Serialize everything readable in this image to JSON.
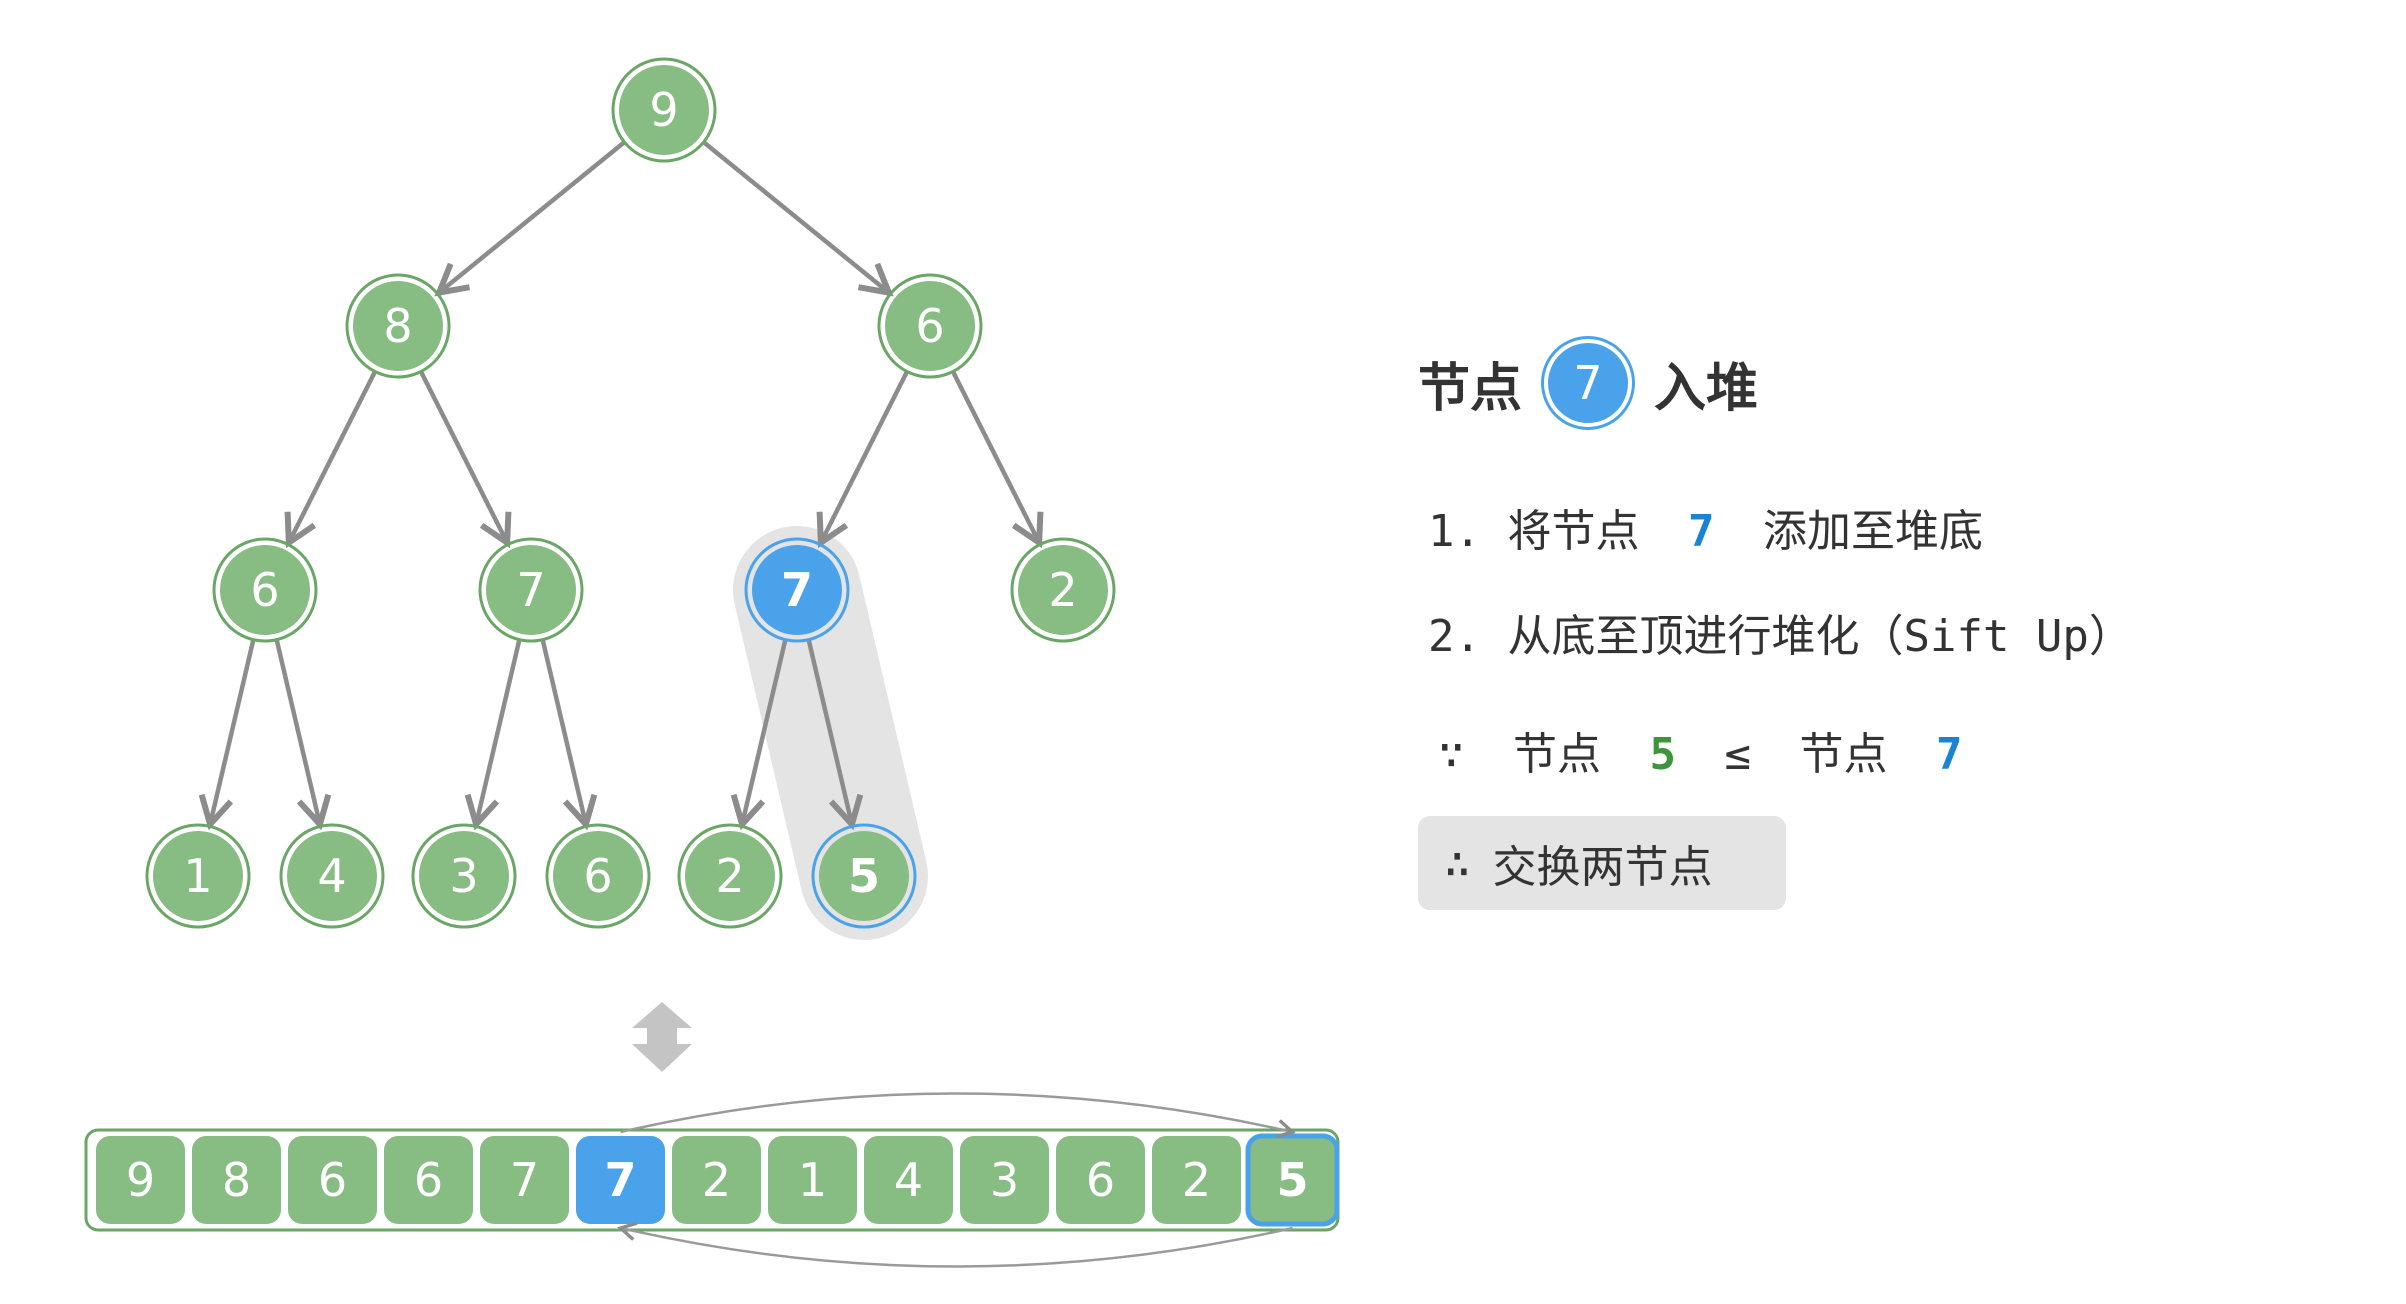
{
  "tree": {
    "nodes": [
      {
        "value": "9",
        "state": "normal"
      },
      {
        "value": "8",
        "state": "normal"
      },
      {
        "value": "6",
        "state": "normal"
      },
      {
        "value": "6",
        "state": "normal"
      },
      {
        "value": "7",
        "state": "normal"
      },
      {
        "value": "7",
        "state": "active"
      },
      {
        "value": "2",
        "state": "normal"
      },
      {
        "value": "1",
        "state": "normal"
      },
      {
        "value": "4",
        "state": "normal"
      },
      {
        "value": "3",
        "state": "normal"
      },
      {
        "value": "6",
        "state": "normal"
      },
      {
        "value": "2",
        "state": "normal"
      },
      {
        "value": "5",
        "state": "compare"
      }
    ]
  },
  "array": {
    "cells": [
      "9",
      "8",
      "6",
      "6",
      "7",
      "7",
      "2",
      "1",
      "4",
      "3",
      "6",
      "2",
      "5"
    ],
    "active_index": 5,
    "compare_index": 12
  },
  "colors": {
    "node_fill": "#87bc82",
    "node_stroke": "#6aa666",
    "active_fill": "#4aa3ea",
    "edge": "#8c8c8c",
    "highlight_bg": "#e4e4e4",
    "swap_arrow": "#c4c4c4"
  },
  "panel": {
    "title_left": "节点",
    "title_badge": "7",
    "title_right": "入堆",
    "step1_prefix": "1. 将节点",
    "step1_value": "7",
    "step1_suffix": "添加至堆底",
    "step2": "2. 从底至顶进行堆化（Sift Up）",
    "cond_because": "∵",
    "cond_node_a": "节点",
    "cond_value_a": "5",
    "cond_op": "≤",
    "cond_node_b": "节点",
    "cond_value_b": "7",
    "concl_therefore": "∴",
    "concl_text": "交换两节点"
  }
}
